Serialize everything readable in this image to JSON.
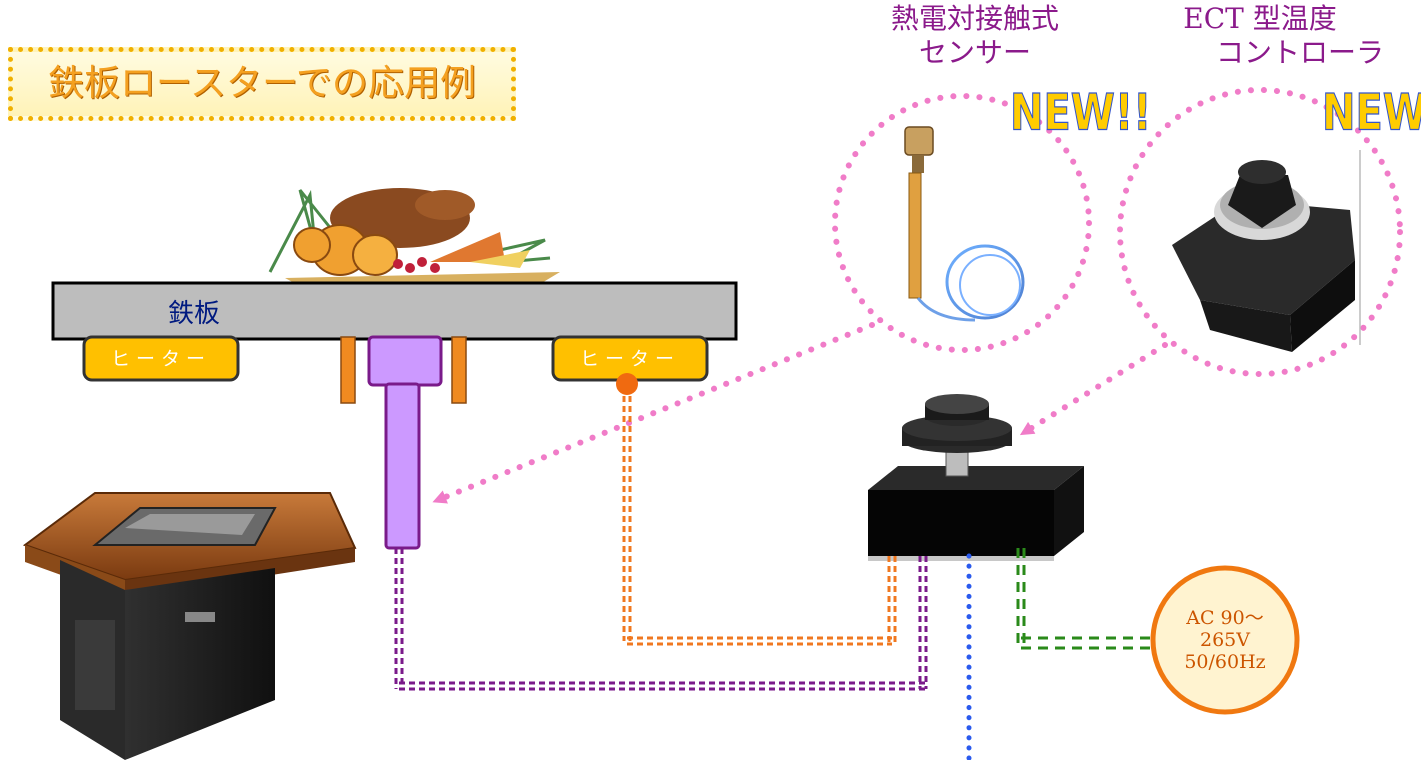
{
  "title": "鉄板ロースターでの応用例",
  "plate_label": "鉄板",
  "heater_left_label": "ヒーター",
  "heater_right_label": "ヒーター",
  "sensor": {
    "title": "熱電対接触式\nセンサー",
    "badge": "NEW!!"
  },
  "controller": {
    "title_line1": "ECT 型温度",
    "title_line2": "コントローラ",
    "badge": "NEW!!"
  },
  "power": {
    "label_line1": "AC 90～",
    "label_line2": "265V",
    "label_line3": "50/60Hz"
  },
  "colors": {
    "accent_title": "#f4a020",
    "plate": "#bdbdbd",
    "heater": "#ffc000",
    "probe": "#cc99ff",
    "wire_orange": "#f07820",
    "wire_purple": "#7a1a8a",
    "wire_green": "#2a8a1a",
    "wire_blue": "#2a5aee",
    "callout_pink": "#f07cc8",
    "heading": "#8b1a8b"
  },
  "icons": [
    "food-illustration",
    "roaster-table-photo",
    "thermocouple-sensor-photo",
    "ect-controller-photo",
    "controller-device"
  ]
}
